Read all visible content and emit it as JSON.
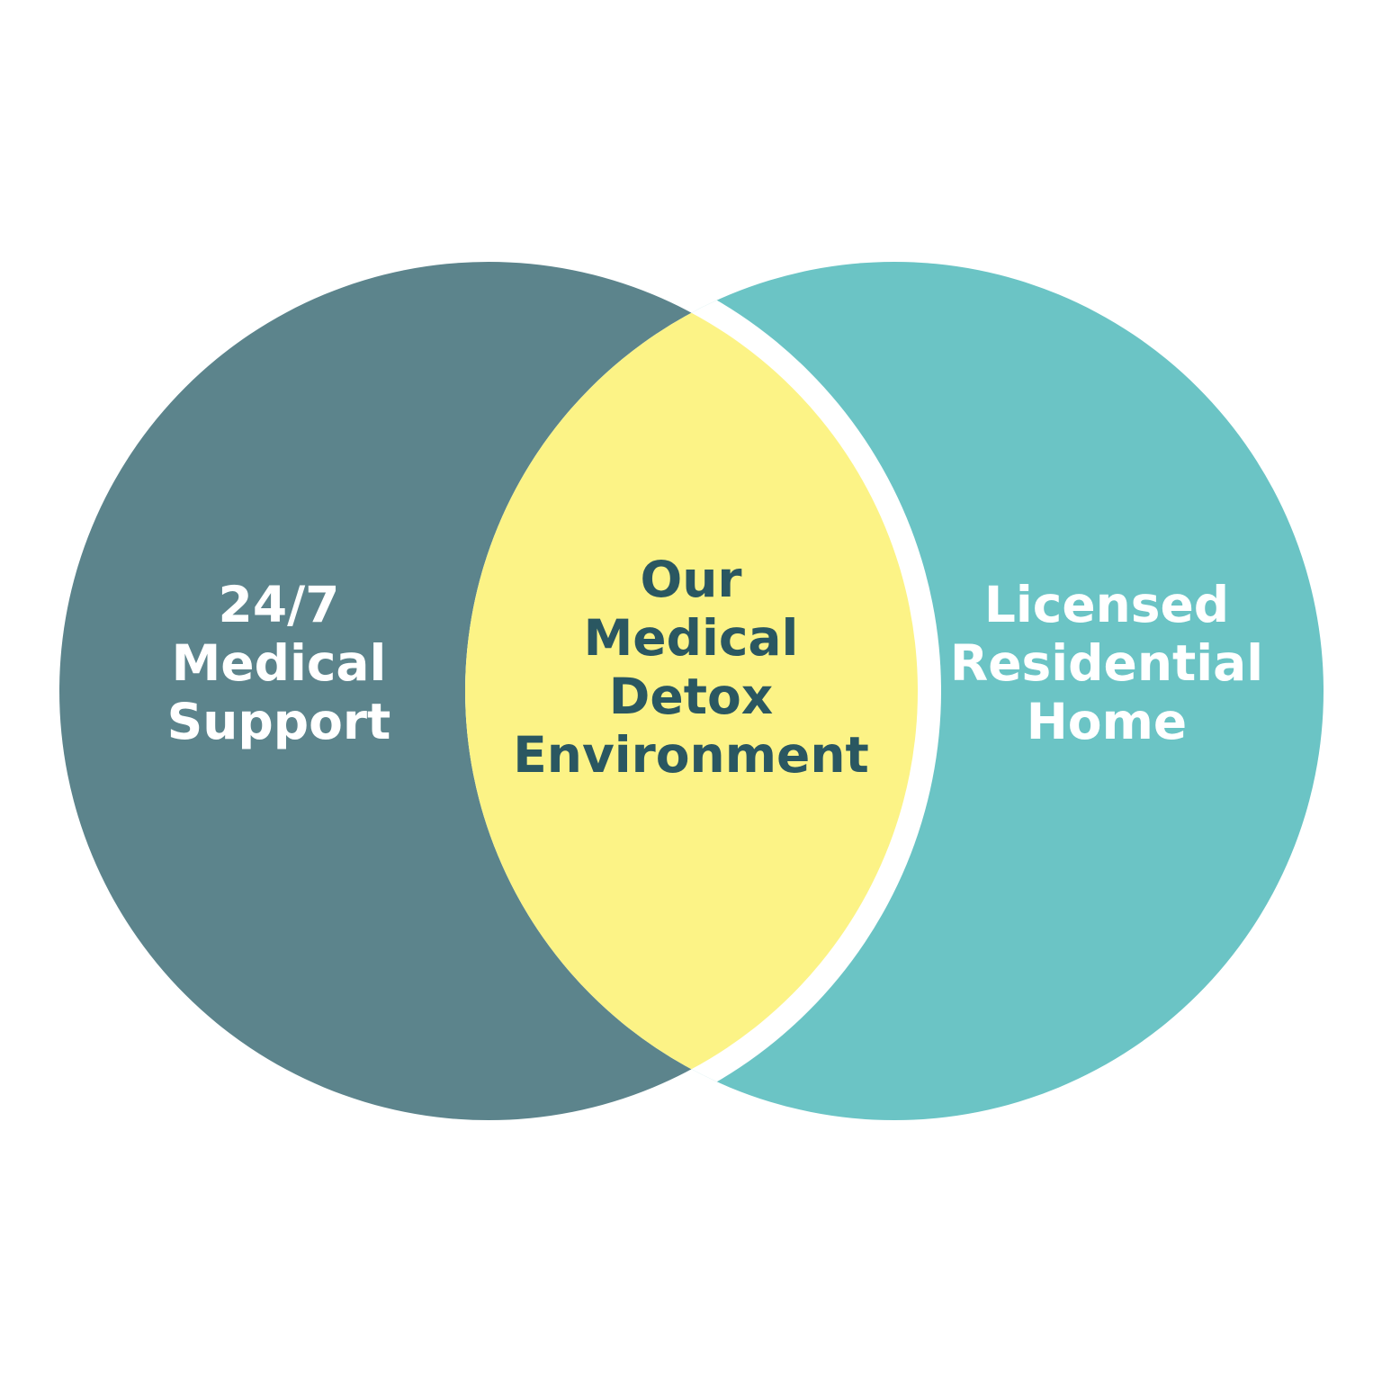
{
  "colors": {
    "background": "#ffffff",
    "left_circle": "#5c848c",
    "right_circle": "#6bc4c5",
    "intersection": "#fcf386",
    "separator": "#ffffff",
    "left_text": "#ffffff",
    "right_text": "#ffffff",
    "center_text": "#2a5761"
  },
  "left": {
    "lines": [
      "24/7",
      "Medical",
      "Support"
    ]
  },
  "right": {
    "lines": [
      "Licensed",
      "Residential",
      "Home"
    ]
  },
  "center": {
    "lines": [
      "Our",
      "Medical",
      "Detox",
      "Environment"
    ]
  }
}
